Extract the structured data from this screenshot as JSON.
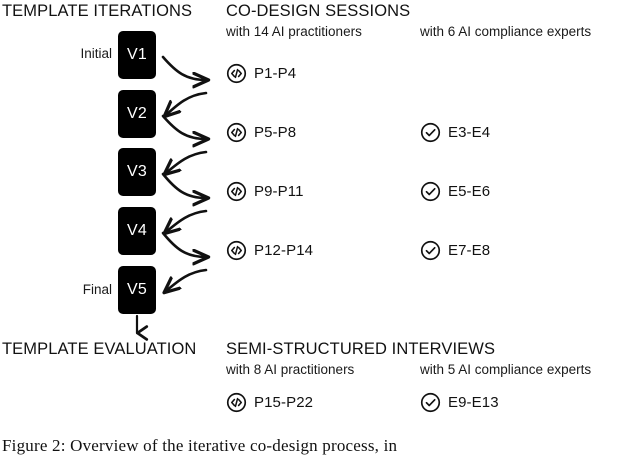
{
  "figure": {
    "caption": "Figure 2:  Overview of the iterative co-design process, in"
  },
  "columns": {
    "iterations_header": "TEMPLATE ITERATIONS",
    "codesign_header": "CO-DESIGN SESSIONS",
    "evaluation_header": "TEMPLATE EVALUATION",
    "interviews_header": "SEMI-STRUCTURED INTERVIEWS"
  },
  "codesign": {
    "practitioners_caption": "with 14 AI practitioners",
    "experts_caption": "with 6 AI compliance experts",
    "practitioner_sessions": [
      {
        "icon": "code-circle-icon",
        "label": "P1-P4"
      },
      {
        "icon": "code-circle-icon",
        "label": "P5-P8"
      },
      {
        "icon": "code-circle-icon",
        "label": "P9-P11"
      },
      {
        "icon": "code-circle-icon",
        "label": "P12-P14"
      }
    ],
    "expert_sessions": [
      {
        "icon": "check-circle-icon",
        "label": "E3-E4"
      },
      {
        "icon": "check-circle-icon",
        "label": "E5-E6"
      },
      {
        "icon": "check-circle-icon",
        "label": "E7-E8"
      }
    ]
  },
  "iterations": {
    "initial_label": "Initial",
    "final_label": "Final",
    "versions": [
      {
        "name": "V1"
      },
      {
        "name": "V2"
      },
      {
        "name": "V3"
      },
      {
        "name": "V4"
      },
      {
        "name": "V5"
      }
    ]
  },
  "evaluation": {
    "practitioners_caption": "with 8 AI practitioners",
    "experts_caption": "with 5 AI compliance experts",
    "practitioner_entry": {
      "icon": "code-circle-icon",
      "label": "P15-P22"
    },
    "expert_entry": {
      "icon": "check-circle-icon",
      "label": "E9-E13"
    }
  },
  "colors": {
    "box_fill": "#000000",
    "box_text": "#ffffff",
    "ink": "#111111",
    "background": "#ffffff"
  }
}
